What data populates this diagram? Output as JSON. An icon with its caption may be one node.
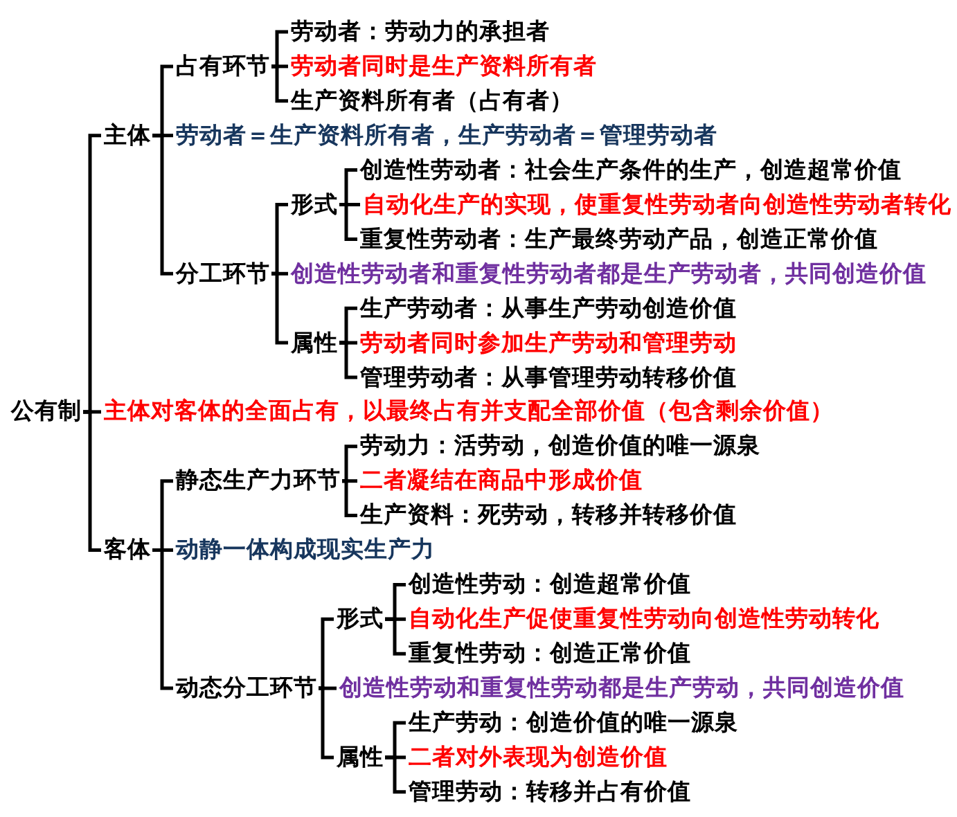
{
  "diagram": {
    "nodes": [
      {
        "text": [
          "劳动者：劳动力的承担者"
        ]
      },
      {
        "text": [
          "占有环节"
        ]
      },
      {
        "text": [
          "劳动者同时是生产资料所有者"
        ]
      },
      {
        "text": [
          "生产资料所有者（占有者）"
        ]
      },
      {
        "text": [
          "主体"
        ]
      },
      {
        "text": [
          "劳动者＝生产资料所有者，生产劳动者＝管理劳动者"
        ]
      },
      {
        "text": [
          "创造性劳动者：社会生产条件的生产，创造超常价值"
        ]
      },
      {
        "text": [
          "形式"
        ]
      },
      {
        "text": [
          "自动化生产的实现，使重复性劳动者向创造性劳动者转化"
        ]
      },
      {
        "text": [
          "重复性劳动者：生产最终劳动产品，创造正常价值"
        ]
      },
      {
        "text": [
          "分工环节"
        ]
      },
      {
        "text": [
          "创造性劳动者和重复性劳动者都是生产劳动者，共同创造价值"
        ]
      },
      {
        "text": [
          "生产劳动者：从事生产劳动创造价值"
        ]
      },
      {
        "text": [
          "属性"
        ]
      },
      {
        "text": [
          "劳动者同时参加生产劳动和管理劳动"
        ]
      },
      {
        "text": [
          "管理劳动者：从事管理劳动转移价值"
        ]
      },
      {
        "text": [
          "公有制"
        ]
      },
      {
        "text": [
          "主体对客体的全面占有，以最终占有并支配全部价值（包含剩余价值）"
        ]
      },
      {
        "text": [
          "劳动力：活劳动，创造价值的唯一源泉"
        ]
      },
      {
        "text": [
          "静态生产力环节"
        ]
      },
      {
        "text": [
          "二者凝结在商品中形成价值"
        ]
      },
      {
        "text": [
          "生产资料：死劳动，转移并转移价值"
        ]
      },
      {
        "text": [
          "客体"
        ]
      },
      {
        "text": [
          "动静一体构成现实生产力"
        ]
      },
      {
        "text": [
          "创造性劳动：创造超常价值"
        ]
      },
      {
        "text": [
          "形式"
        ]
      },
      {
        "text": [
          "自动化生产促使重复性劳动向创造性劳动转化"
        ]
      },
      {
        "text": [
          "重复性劳动：创造正常价值"
        ]
      },
      {
        "text": [
          "动态分工环节"
        ]
      },
      {
        "text": [
          "创造性劳动和重复性劳动都是生产劳动，共同创造价值"
        ]
      },
      {
        "text": [
          "生产劳动：创造价值的唯一源泉"
        ]
      },
      {
        "text": [
          "属性"
        ]
      },
      {
        "text": [
          "二者对外表现为创造价值"
        ]
      },
      {
        "text": [
          "管理劳动：转移并占有价值"
        ]
      }
    ],
    "edges": [
      {
        "from": 16,
        "to": 4,
        "arrow": "none"
      },
      {
        "from": 16,
        "to": 17,
        "arrow": "none"
      },
      {
        "from": 16,
        "to": 22,
        "arrow": "none"
      },
      {
        "from": 4,
        "to": 1,
        "arrow": "none"
      },
      {
        "from": 4,
        "to": 5,
        "arrow": "none"
      },
      {
        "from": 4,
        "to": 10,
        "arrow": "none"
      },
      {
        "from": 1,
        "to": 0,
        "arrow": "none"
      },
      {
        "from": 1,
        "to": 2,
        "arrow": "none"
      },
      {
        "from": 1,
        "to": 3,
        "arrow": "none"
      },
      {
        "from": 10,
        "to": 7,
        "arrow": "none"
      },
      {
        "from": 10,
        "to": 11,
        "arrow": "none"
      },
      {
        "from": 10,
        "to": 13,
        "arrow": "none"
      },
      {
        "from": 7,
        "to": 6,
        "arrow": "none"
      },
      {
        "from": 7,
        "to": 8,
        "arrow": "none"
      },
      {
        "from": 7,
        "to": 9,
        "arrow": "none"
      },
      {
        "from": 13,
        "to": 12,
        "arrow": "none"
      },
      {
        "from": 13,
        "to": 14,
        "arrow": "none"
      },
      {
        "from": 13,
        "to": 15,
        "arrow": "none"
      },
      {
        "from": 22,
        "to": 19,
        "arrow": "none"
      },
      {
        "from": 22,
        "to": 23,
        "arrow": "none"
      },
      {
        "from": 22,
        "to": 28,
        "arrow": "none"
      },
      {
        "from": 19,
        "to": 18,
        "arrow": "none"
      },
      {
        "from": 19,
        "to": 20,
        "arrow": "none"
      },
      {
        "from": 19,
        "to": 21,
        "arrow": "none"
      },
      {
        "from": 28,
        "to": 25,
        "arrow": "none"
      },
      {
        "from": 28,
        "to": 29,
        "arrow": "none"
      },
      {
        "from": 28,
        "to": 31,
        "arrow": "none"
      },
      {
        "from": 25,
        "to": 24,
        "arrow": "none"
      },
      {
        "from": 25,
        "to": 26,
        "arrow": "none"
      },
      {
        "from": 25,
        "to": 27,
        "arrow": "none"
      },
      {
        "from": 31,
        "to": 30,
        "arrow": "none"
      },
      {
        "from": 31,
        "to": 32,
        "arrow": "none"
      },
      {
        "from": 31,
        "to": 33,
        "arrow": "none"
      }
    ]
  }
}
